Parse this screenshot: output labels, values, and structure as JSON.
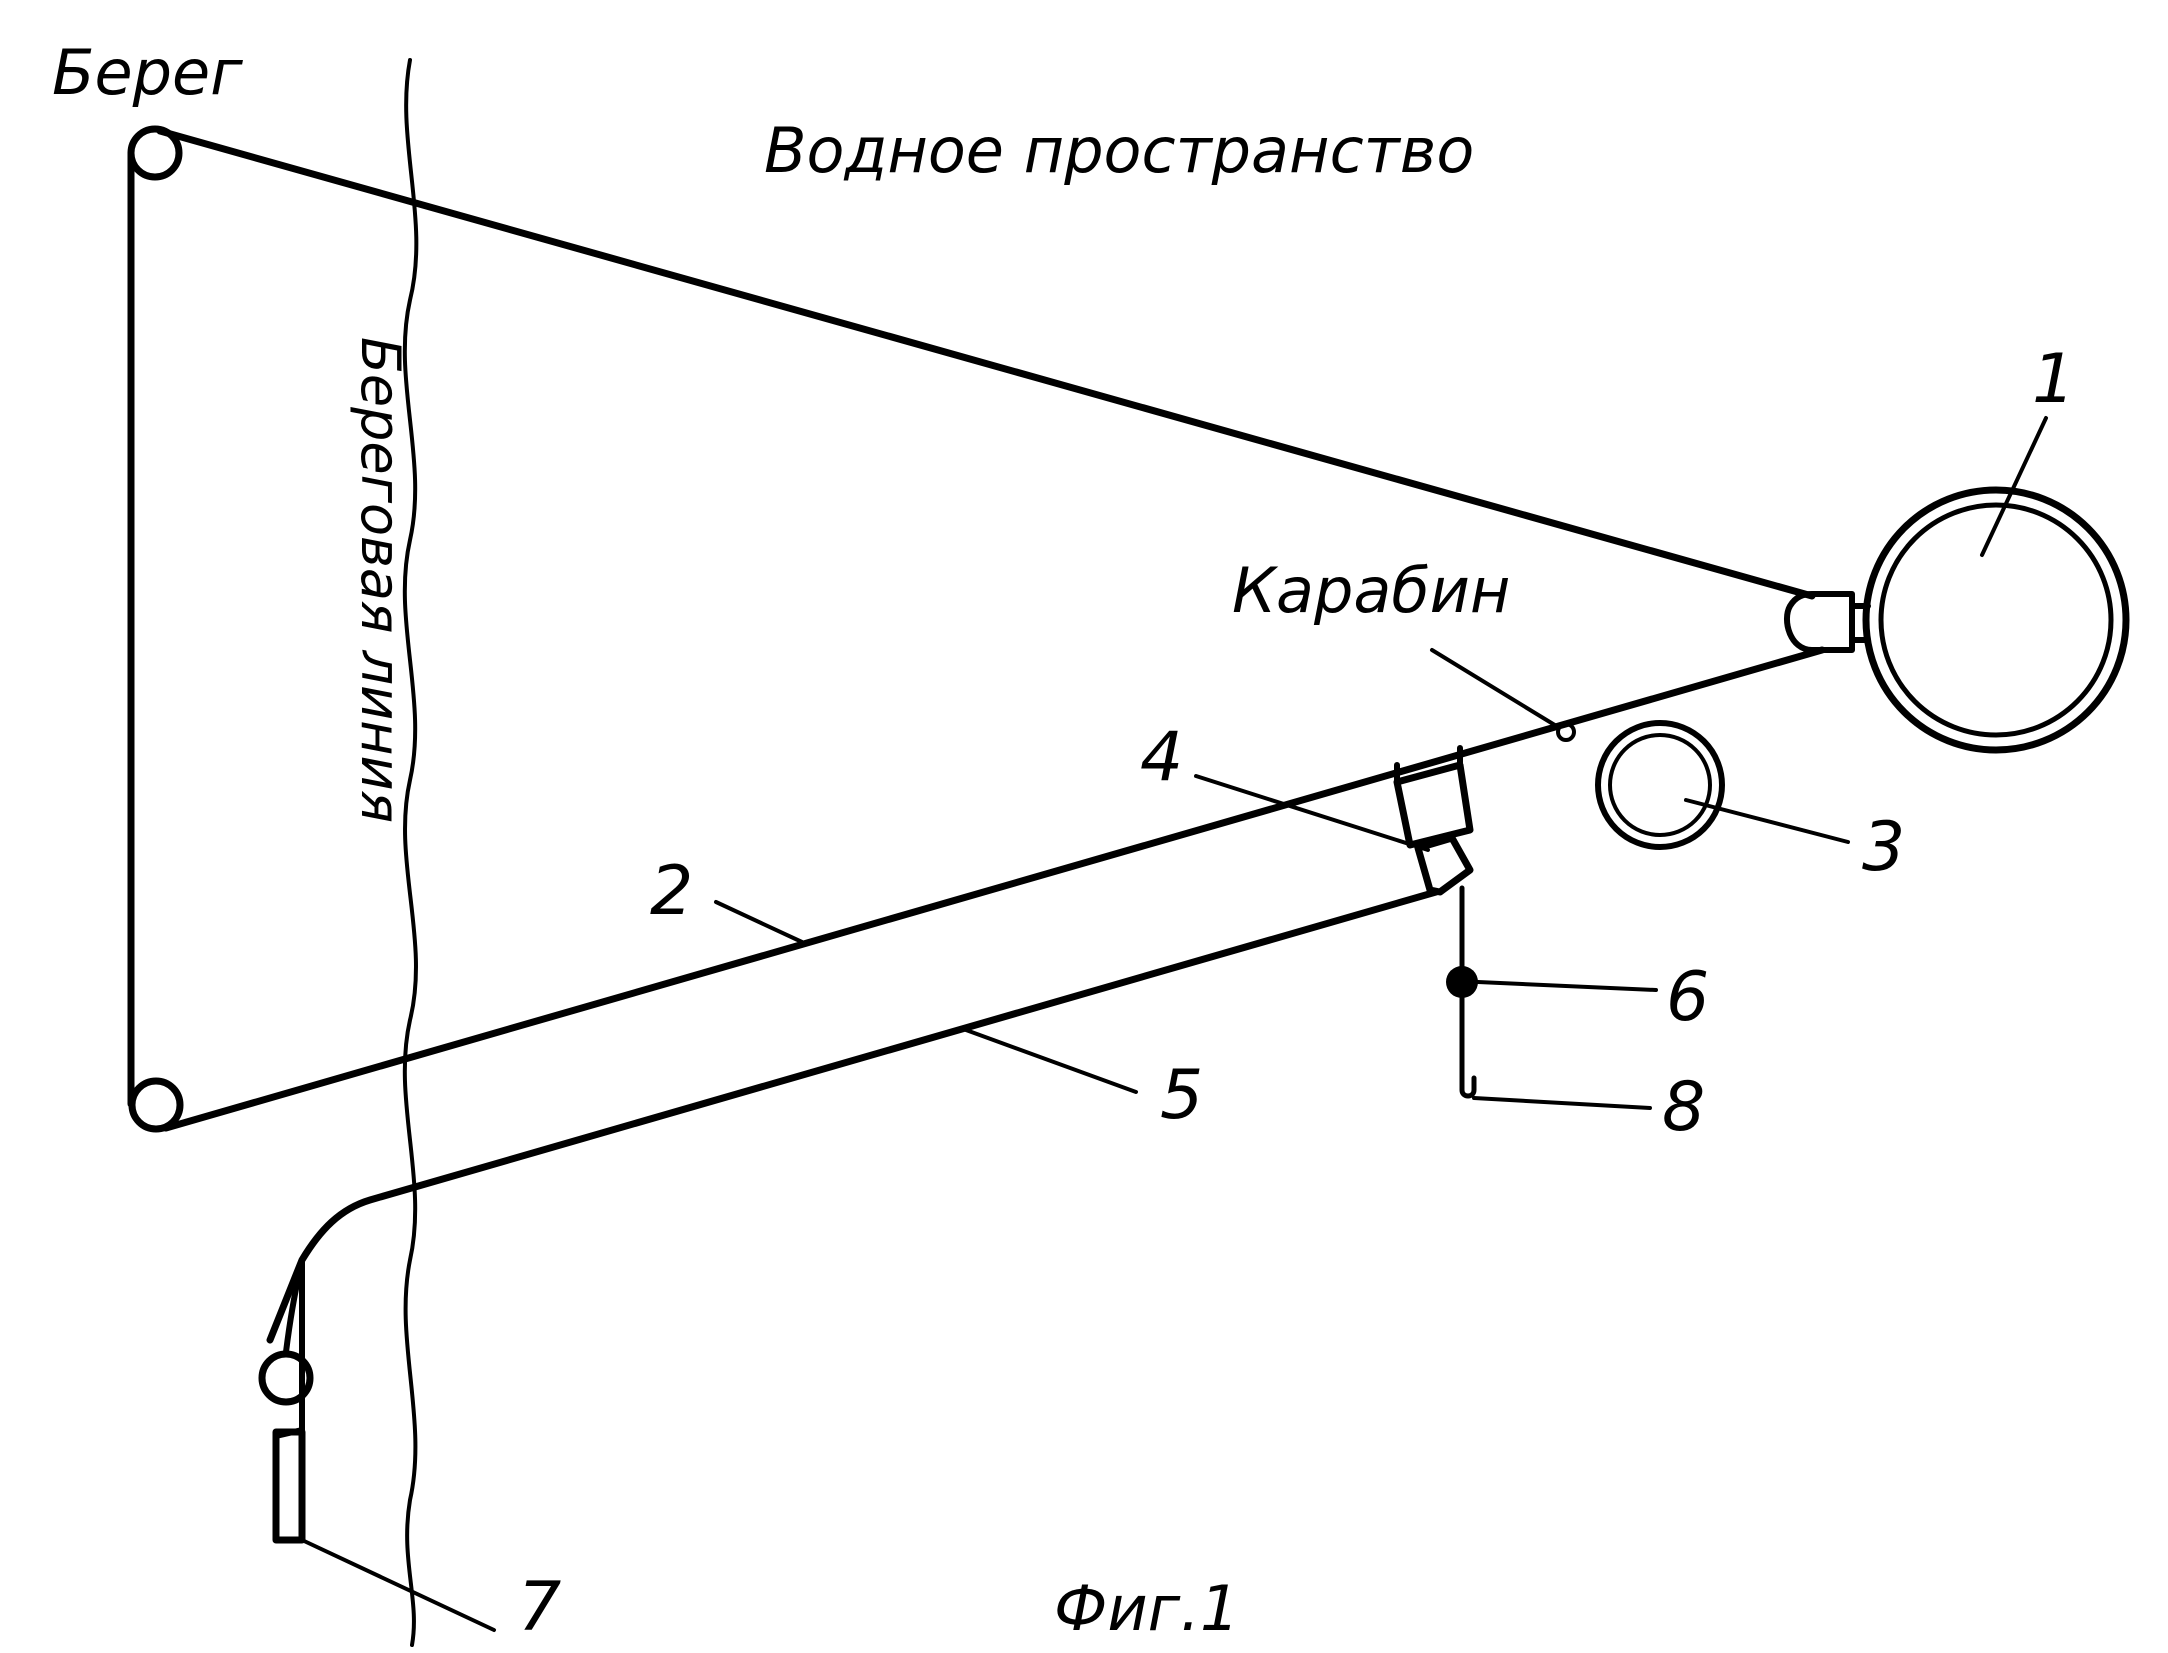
{
  "labels": {
    "shore": "Берег",
    "water_space": "Водное пространство",
    "shoreline": "Береговая линия",
    "carabiner": "Карабин",
    "figure_caption": "Фиг.1"
  },
  "callouts": {
    "n1": "1",
    "n2": "2",
    "n3": "3",
    "n4": "4",
    "n5": "5",
    "n6": "6",
    "n7": "7",
    "n8": "8"
  },
  "colors": {
    "ink": "#000000",
    "paper": "#ffffff"
  }
}
